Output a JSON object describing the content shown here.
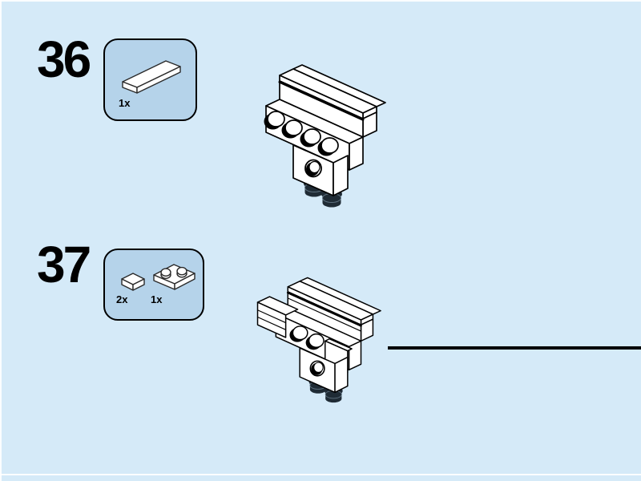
{
  "page": {
    "background": "#d5eaf8",
    "edge_highlight": "#ffffff"
  },
  "colors": {
    "parts_box_fill": "#b5d3ea",
    "parts_box_border": "#000000",
    "line_art": "#000000",
    "part_outline": "#2a2a2a",
    "part_fill": "#ffffff",
    "foot_black": "#1f2b35",
    "foot_seam": "#5f7280",
    "divider": "#000000"
  },
  "steps": [
    {
      "number": "36",
      "parts": [
        {
          "quantity": "1x",
          "shape": "white-1x4-tile"
        }
      ],
      "assembly": "white-block-four-side-studs-pin-hole-two-black-round-feet"
    },
    {
      "number": "37",
      "parts": [
        {
          "quantity": "2x",
          "shape": "white-1x1-tile"
        },
        {
          "quantity": "1x",
          "shape": "white-1x2-plate"
        }
      ],
      "assembly": "white-block-two-side-studs-tiled-ends-pin-hole-two-black-round-feet"
    }
  ],
  "divider": {
    "type": "horizontal-rule"
  }
}
